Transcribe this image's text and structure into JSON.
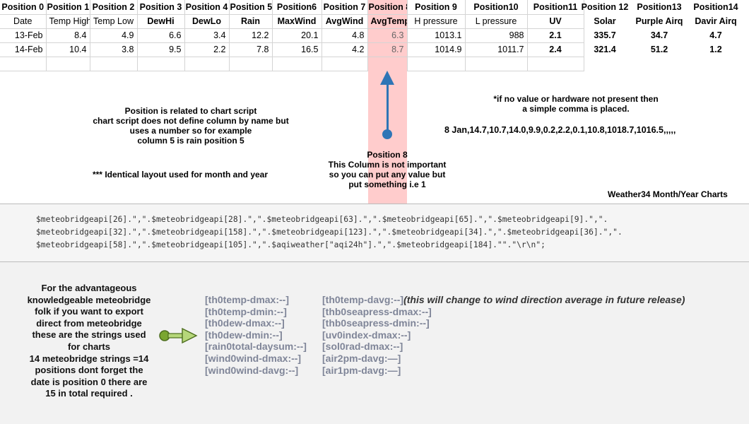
{
  "table": {
    "headers": [
      "Position 0",
      "Position 1",
      "Position 2",
      "Position 3",
      "Position 4",
      "Position 5",
      "Position6",
      "Position 7",
      "Position 8",
      "Position 9",
      "Position10",
      "Position11"
    ],
    "subheaders": [
      "Date",
      "Temp High",
      "Temp Low",
      "DewHi",
      "DewLo",
      "Rain",
      "MaxWind",
      "AvgWind",
      "AvgTemp",
      "H pressure",
      "L pressure",
      "UV"
    ],
    "rows": [
      [
        "13-Feb",
        "8.4",
        "4.9",
        "6.6",
        "3.4",
        "12.2",
        "20.1",
        "4.8",
        "6.3",
        "1013.1",
        "988",
        "2.1"
      ],
      [
        "14-Feb",
        "10.4",
        "3.8",
        "9.5",
        "2.2",
        "7.8",
        "16.5",
        "4.2",
        "8.7",
        "1014.9",
        "1011.7",
        "2.4"
      ]
    ],
    "extra_columns": [
      {
        "header": "Position 12",
        "sub": "Solar",
        "values": [
          "335.7",
          "321.4"
        ]
      },
      {
        "header": "Position13",
        "sub": "Purple Airq",
        "values": [
          "34.7",
          "51.2"
        ]
      },
      {
        "header": "Position14",
        "sub": "Davir Airq",
        "values": [
          "4.7",
          "1.2"
        ]
      }
    ],
    "highlight_color": "#ffcccc",
    "arrow_color": "#2e75b6"
  },
  "notes": {
    "position_note": [
      "Position is related to chart script",
      "chart script does not define column by name but",
      "uses a number so for example",
      "column 5 is rain position 5"
    ],
    "identical_note": "*** Identical layout used for month and year",
    "position8_note": [
      "Position 8",
      "This Column is not important",
      "so you can put any value but",
      "put something i.e 1"
    ],
    "no_value_note": [
      "*if no value or hardware not present then",
      "a simple comma is placed."
    ],
    "example_line": "8 Jan,14.7,10.7,14.0,9.9,0.2,2.2,0.1,10.8,1018.7,1016.5,,,,,",
    "charts_label": "Weather34 Month/Year Charts"
  },
  "code_lines": [
    "$meteobridgeapi[26].\",\".$meteobridgeapi[28].\",\".$meteobridgeapi[63].\",\".$meteobridgeapi[65].\",\".$meteobridgeapi[9].\",\".",
    "$meteobridgeapi[32].\",\".$meteobridgeapi[158].\",\".$meteobridgeapi[123].\",\".$meteobridgeapi[34].\",\".$meteobridgeapi[36].\",\".",
    "$meteobridgeapi[58].\",\".$meteobridgeapi[105].\",\".$aqiweather[\"aqi24h\"].\",\".$meteobridgeapi[184].\"\".\"\\r\\n\";"
  ],
  "lead_text": [
    "For the advantageous",
    "knowledgeable meteobridge",
    "folk if you want to export",
    "direct from meteobridge",
    "these are the strings used",
    "for charts",
    "14 meteobridge strings =14",
    "positions dont forget the",
    "date is position 0 there are",
    "15 in total required ."
  ],
  "strings_left": [
    "[th0temp-dmax:--]",
    "[th0temp-dmin:--]",
    "[th0dew-dmax:--]",
    "[th0dew-dmin:--]",
    "[rain0total-daysum:--]",
    "[wind0wind-dmax:--]",
    "[wind0wind-davg:--]"
  ],
  "strings_right": [
    "[th0temp-davg:--]",
    "[thb0seapress-dmax:--]",
    "[thb0seapress-dmin:--]",
    "[uv0index-dmax:--]",
    "[sol0rad-dmax:--]",
    "[air2pm-davg:—]",
    "[air1pm-davg:—]"
  ],
  "strings_right_note": "(this will change to wind direction average in future release)",
  "green_arrow_color": "#7aa630"
}
